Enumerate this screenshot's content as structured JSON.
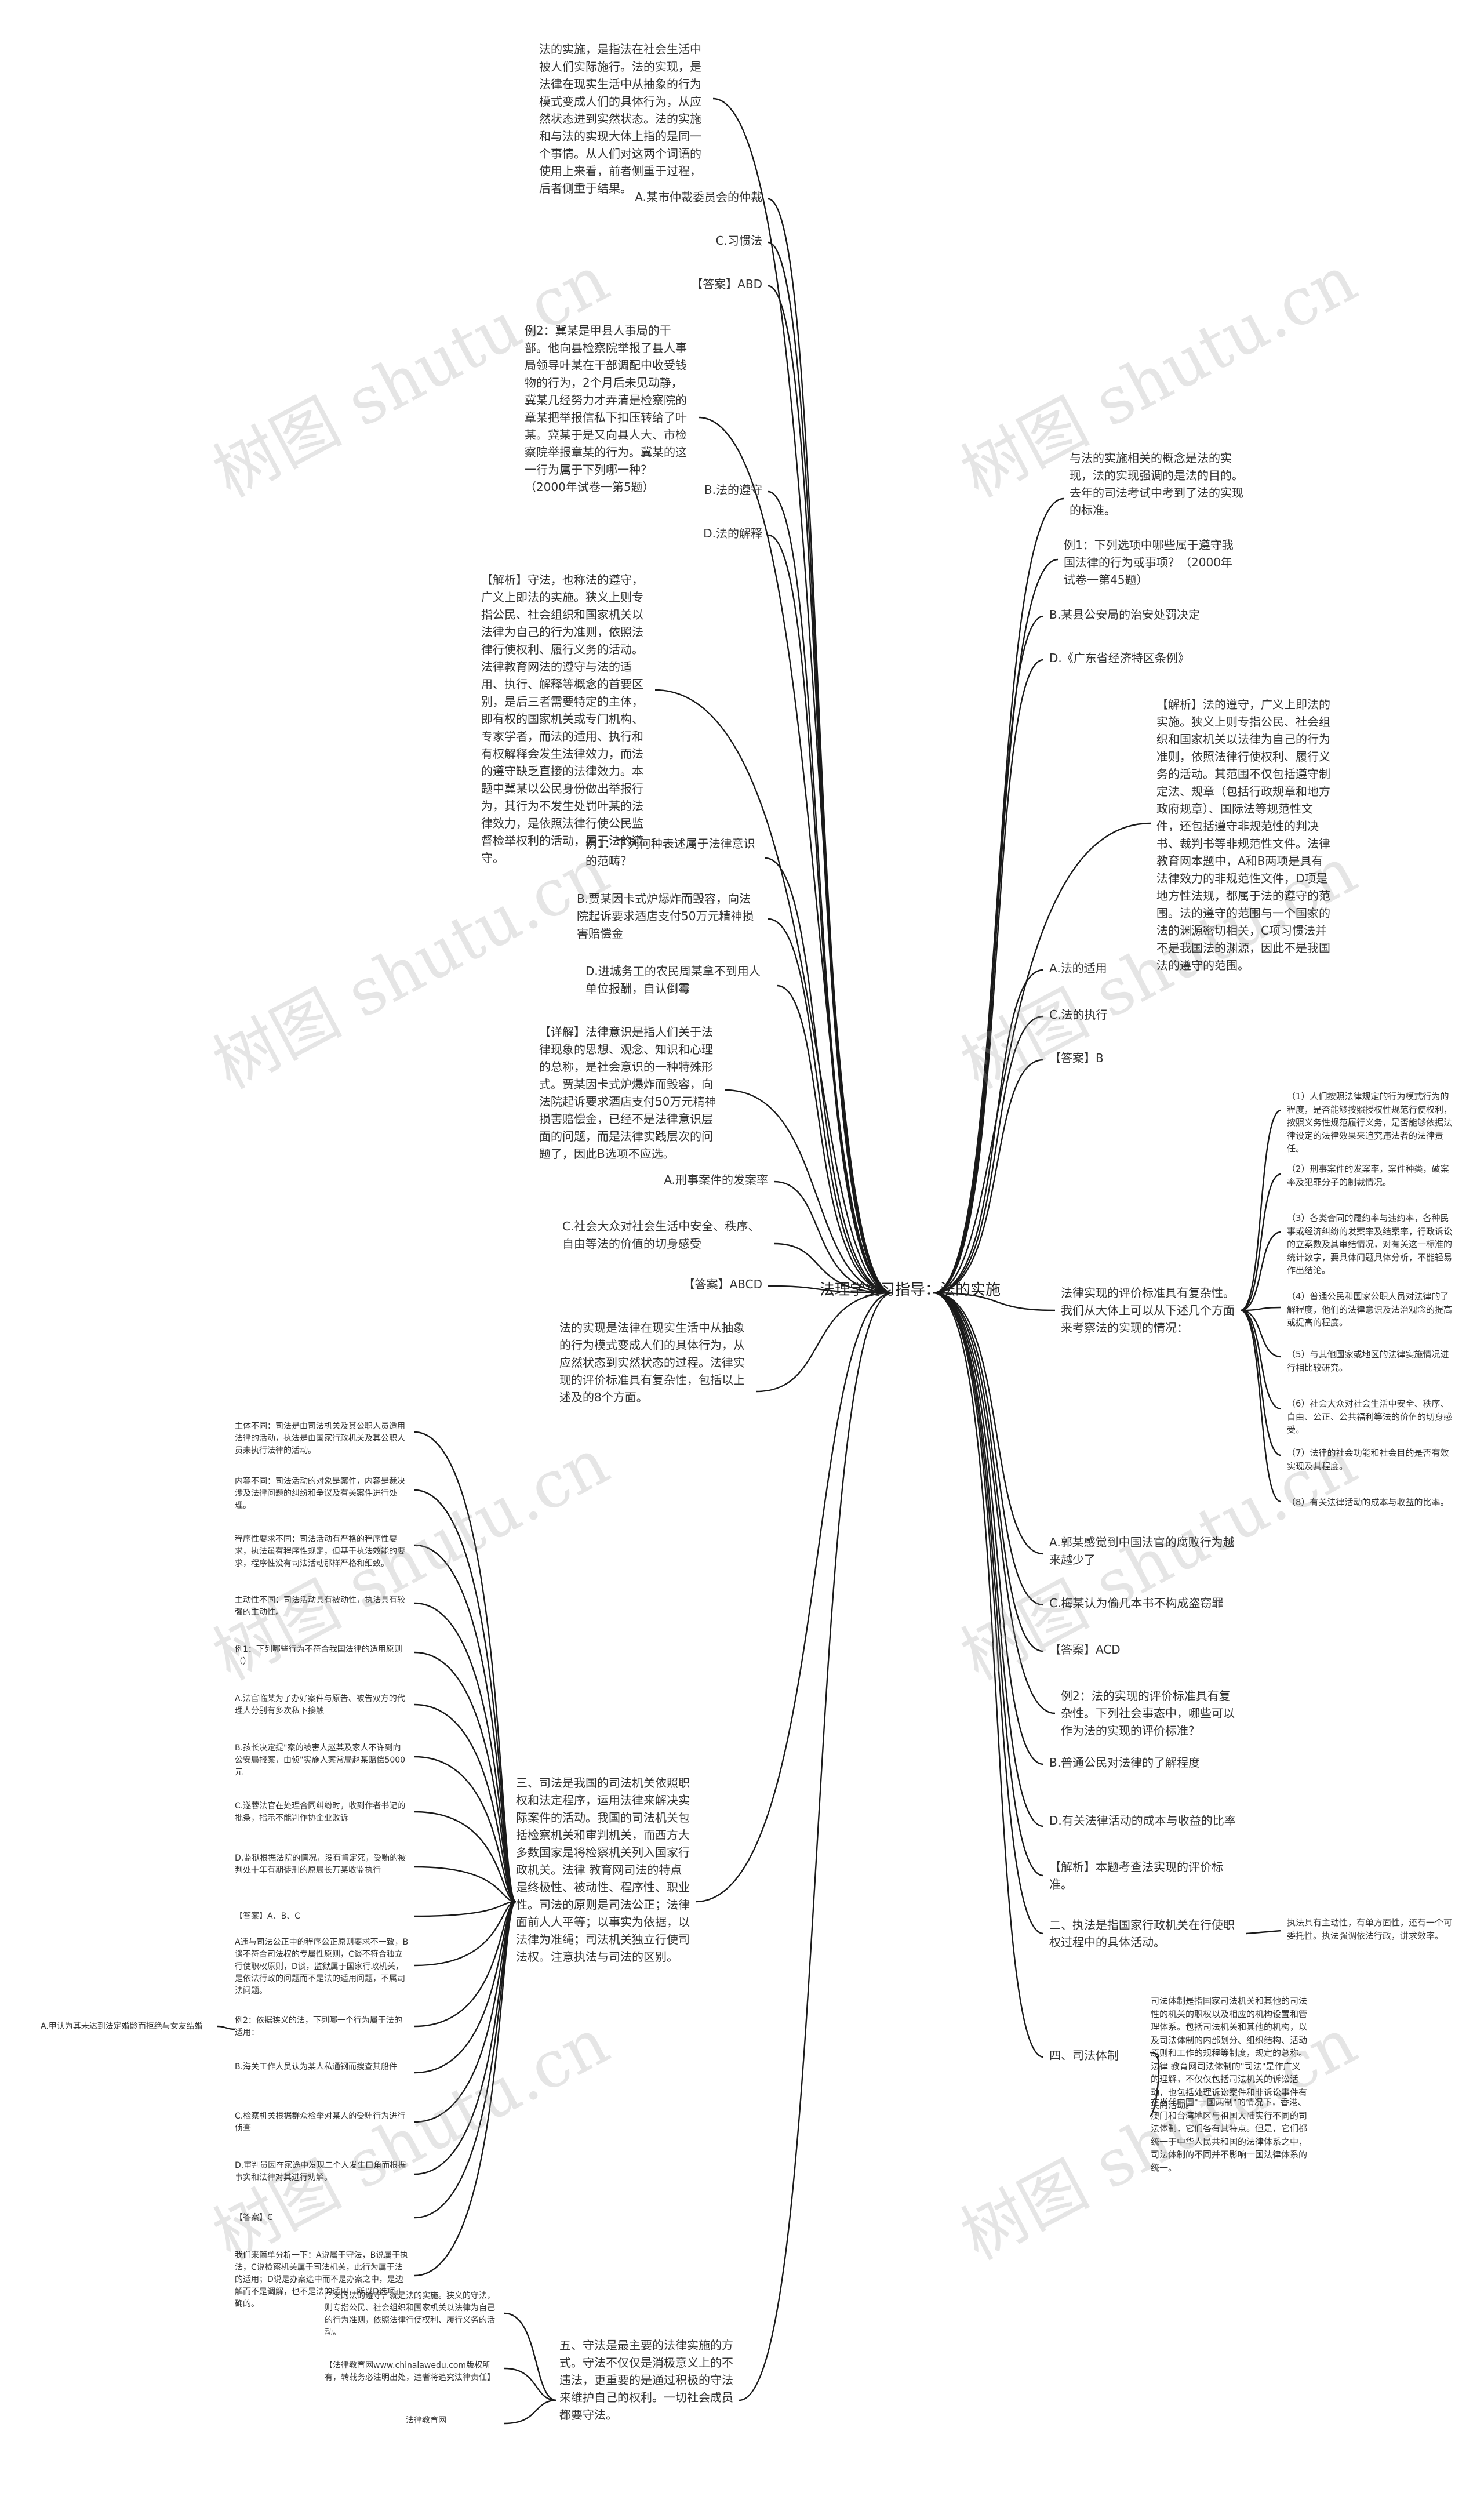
{
  "watermark": "树图 shutu.cn",
  "root": "法理学复习指导：法的实施",
  "left": [
    "法的实施，是指法在社会生活中被人们实际施行。法的实现，是法律在现实生活中从抽象的行为模式变成人们的具体行为，从应然状态进到实然状态。法的实施和与法的实现大体上指的是同一个事情。从人们对这两个词语的使用上来看，前者侧重于过程，后者侧重于结果。",
    "A.某市仲裁委员会的仲裁",
    "C.习惯法",
    "【答案】ABD",
    "例2：冀某是甲县人事局的干部。他向县检察院举报了县人事局领导叶某在干部调配中收受钱物的行为，2个月后未见动静，冀某几经努力才弄清是检察院的章某把举报信私下扣压转给了叶某。冀某于是又向县人大、市检察院举报章某的行为。冀某的这一行为属于下列哪一种？（2000年试卷一第5题）",
    "B.法的遵守",
    "D.法的解释",
    "【解析】守法，也称法的遵守，广义上即法的实施。狭义上则专指公民、社会组织和国家机关以法律为自己的行为准则，依照法律行使权利、履行义务的活动。法律教育网法的遵守与法的适用、执行、解释等概念的首要区别，是后三者需要特定的主体，即有权的国家机关或专门机构、专家学者，而法的适用、执行和有权解释会发生法律效力，而法的遵守缺乏直接的法律效力。本题中冀某以公民身份做出举报行为，其行为不发生处罚叶某的法律效力，是依照法律行使公民监督检举权利的活动，属于法的遵守。",
    "例1：下列何种表述属于法律意识的范畴？",
    "B.贾某因卡式炉爆炸而毁容，向法院起诉要求酒店支付50万元精神损害赔偿金",
    "D.进城务工的农民周某拿不到用人单位报酬，自认倒霉",
    "【详解】法律意识是指人们关于法律现象的思想、观念、知识和心理的总称，是社会意识的一种特殊形式。贾某因卡式炉爆炸而毁容，向法院起诉要求酒店支付50万元精神损害赔偿金，已经不是法律意识层面的问题，而是法律实践层次的问题了，因此B选项不应选。",
    "A.刑事案件的发案率",
    "C.社会大众对社会生活中安全、秩序、自由等法的价值的切身感受",
    "【答案】ABCD",
    "法的实现是法律在现实生活中从抽象的行为模式变成人们的具体行为，从应然状态到实然状态的过程。法律实现的评价标准具有复杂性，包括以上述及的8个方面。",
    "三、司法是我国的司法机关依照职权和法定程序，运用法律来解决实际案件的活动。我国的司法机关包括检察机关和审判机关，而西方大多数国家是将检察机关列入国家行政机关。法律 教育网司法的特点是终极性、被动性、程序性、职业性。司法的原则是司法公正；法律面前人人平等；以事实为依据，以法律为准绳；司法机关独立行使司法权。注意执法与司法的区别。",
    "五、守法是最主要的法律实施的方式。守法不仅仅是消极意义上的不违法，更重要的是通过积极的守法来维护自己的权利。一切社会成员都要守法。"
  ],
  "left_sub": [
    "主体不同：司法是由司法机关及其公职人员适用法律的活动，执法是由国家行政机关及其公职人员来执行法律的活动。",
    "内容不同：司法活动的对象是案件，内容是裁决涉及法律问题的纠纷和争议及有关案件进行处理。",
    "程序性要求不同：司法活动有严格的程序性要求，执法虽有程序性规定，但基于执法效能的要求，程序性没有司法活动那样严格和细致。",
    "主动性不同：司法活动具有被动性，执法具有较强的主动性。",
    "例1：下列哪些行为不符合我国法律的适用原则（）",
    "A.法官临某为了办好案件与原告、被告双方的代理人分别有多次私下接触",
    "B.孩长决定提\"案的被害人赵某及家人不许到向公安局报案，由侦\"实施人案常局赵某赔偿5000元",
    "C.遂蓉法官在处理合同纠纷时，收到作者书记的批条，指示不能判作协企业败诉",
    "D.监狱根据法院的情况，没有肯定死，受贿的被判处十年有期徒刑的原局长万某收监执行",
    "【答案】A、B、C",
    "A违与司法公正中的程序公正原则要求不一致，B谈不符合司法权的专属性原则，C谈不符合独立行使职权原则，D谈，监狱属于国家行政机关，是依法行政的问题而不是法的适用问题，不属司法问题。",
    "例2：依据狭义的法，下列哪一个行为属于法的适用：",
    "B.海关工作人员认为某人私通钢而搜查其船件",
    "C.检察机关根据群众检举对某人的受贿行为进行侦查",
    "D.审判员因在家途中发现二个人发生口角而根据事实和法律对其进行劝解。",
    "【答案】C",
    "我们来简单分析一下：A说属于守法，B说属于执法，C说检察机关属于司法机关，此行为属于法的适用；D说是办案途中而不是办案之中，是边解而不是调解，也不是法的适用，所以D选项正确的。",
    "广义的法的遵守，就是法的实施。狭义的守法，则专指公民、社会组织和国家机关以法律为自己的行为准则，依照法律行使权利、履行义务的活动。",
    "【法律教育网www.chinalawedu.com版权所有，转载务必注明出处，违者将追究法律责任】",
    "法律教育网"
  ],
  "left_far": "A.甲认为其未达到法定婚龄而拒绝与女友结婚",
  "right": [
    "与法的实施相关的概念是法的实现，法的实现强调的是法的目的。去年的司法考试中考到了法的实现的标准。",
    "例1：下列选项中哪些属于遵守我国法律的行为或事项？（2000年试卷一第45题）",
    "B.某县公安局的治安处罚决定",
    "D.《广东省经济特区条例》",
    "【解析】法的遵守，广义上即法的实施。狭义上则专指公民、社会组织和国家机关以法律为自己的行为准则，依照法律行使权利、履行义务的活动。其范围不仅包括遵守制定法、规章（包括行政规章和地方政府规章）、国际法等规范性文件，还包括遵守非规范性的判决书、裁判书等非规范性文件。法律 教育网本题中，A和B两项是具有法律效力的非规范性文件，D项是地方性法规，都属于法的遵守的范围。法的遵守的范围与一个国家的法的渊源密切相关，C项习惯法并不是我国法的渊源，因此不是我国法的遵守的范围。",
    "A.法的适用",
    "C.法的执行",
    "【答案】B",
    "法律实现的评价标准具有复杂性。我们从大体上可以从下述几个方面来考察法的实现的情况：",
    "A.郭某感觉到中国法官的腐败行为越来越少了",
    "C.梅某认为偷几本书不构成盗窃罪",
    "【答案】ACD",
    "例2：法的实现的评价标准具有复杂性。下列社会事态中，哪些可以作为法的实现的评价标准？",
    "B.普通公民对法律的了解程度",
    "D.有关法律活动的成本与收益的比率",
    "【解析】本题考查法实现的评价标准。",
    "二、执法是指国家行政机关在行使职权过程中的具体活动。",
    "四、司法体制"
  ],
  "right_sub": [
    "（1）人们按照法律规定的行为模式行为的程度，是否能够按照授权性规范行使权利，按照义务性规范履行义务，是否能够依据法律设定的法律效果来追究违法者的法律责任。",
    "（2）刑事案件的发案率，案件种类，破案率及犯罪分子的制裁情况。",
    "（3）各类合同的履约率与违约率，各种民事或经济纠纷的发案率及结案率，行政诉讼的立案数及其审结情况，对有关这一标准的统计数字，要具体问题具体分析，不能轻易作出结论。",
    "（4）普通公民和国家公职人员对法律的了解程度，他们的法律意识及法治观念的提高或提高的程度。",
    "（5）与其他国家或地区的法律实施情况进行相比较研究。",
    "（6）社会大众对社会生活中安全、秩序、自由、公正、公共福利等法的价值的切身感受。",
    "（7）法律的社会功能和社会目的是否有效实现及其程度。",
    "（8）有关法律活动的成本与收益的比率。",
    "执法具有主动性，有单方面性，还有一个可委托性。执法强调依法行政，讲求效率。",
    "司法体制是指国家司法机关和其他的司法性的机关的职权以及相应的机构设置和管理体系。包括司法机关和其他的机构，以及司法体制的内部划分、组织结构、活动原则和工作的规程等制度，规定的总称。法律 教育网司法体制的\"司法\"是作广义的理解，不仅仅包括司法机关的诉讼活动，也包括处理诉讼案件和非诉讼事件有关的活动。",
    "在当代中国\"一国两制\"的情况下，香港、澳门和台湾地区与祖国大陆实行不同的司法体制，它们各有其特点。但是，它们都统一于中华人民共和国的法律体系之中，司法体制的不同并不影响一国法律体系的统一。"
  ]
}
